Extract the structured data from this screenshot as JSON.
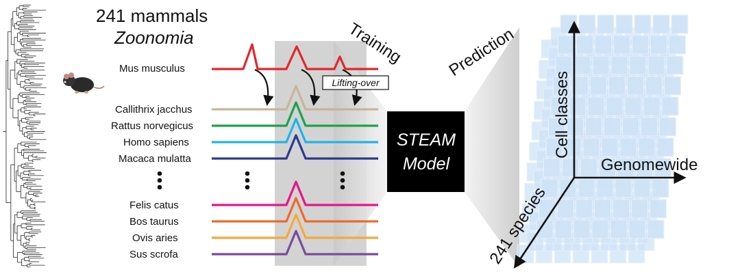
{
  "header": {
    "count_label": "241 mammals",
    "project_label": "Zoonomia"
  },
  "flow": {
    "training_label": "Training",
    "prediction_label": "Prediction",
    "liftover_label": "Lifting-over"
  },
  "model": {
    "line1": "STEAM",
    "line2": "Model"
  },
  "species": {
    "reference": {
      "name": "Mus musculus",
      "color": "#e3262b"
    },
    "top": [
      {
        "name": "Callithrix jacchus",
        "color": "#c8b596"
      },
      {
        "name": "Rattus norvegicus",
        "color": "#1ea24a"
      },
      {
        "name": "Homo sapiens",
        "color": "#1fb4e6"
      },
      {
        "name": "Macaca mulatta",
        "color": "#2b3990"
      }
    ],
    "bottom": [
      {
        "name": "Felis catus",
        "color": "#e6168a"
      },
      {
        "name": "Bos taurus",
        "color": "#ec6a2c"
      },
      {
        "name": "Ovis aries",
        "color": "#f4a93c"
      },
      {
        "name": "Sus scrofa",
        "color": "#7a4a9c"
      }
    ]
  },
  "cube": {
    "axis_cell": "Cell classes",
    "axis_genome": "Genomewide",
    "axis_species": "241 species",
    "block_color": "#cfe3f7"
  }
}
